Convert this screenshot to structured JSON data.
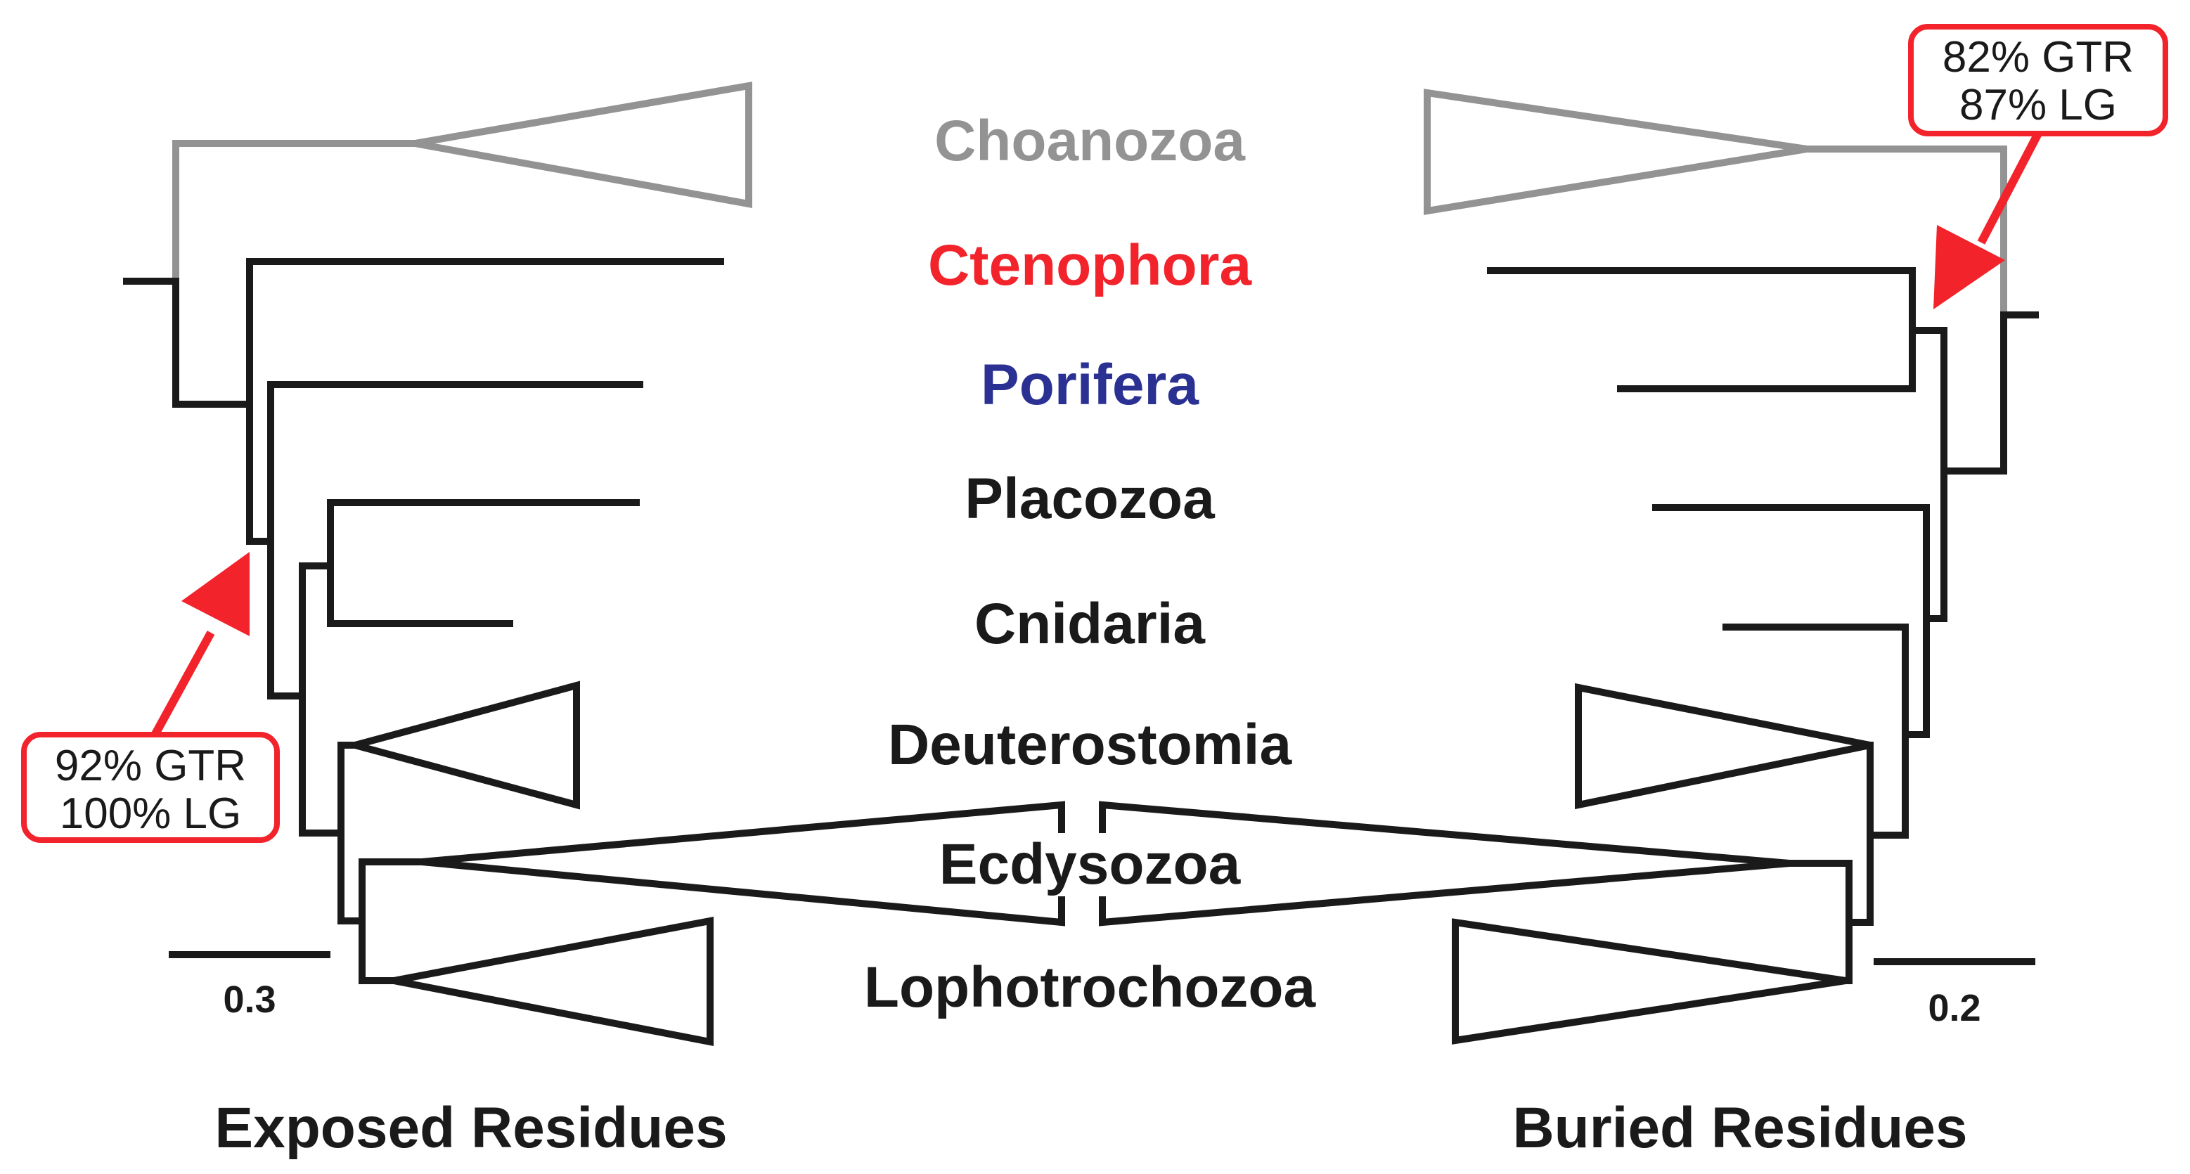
{
  "colors": {
    "choanozoa": "#939393",
    "ctenophora": "#f2232b",
    "porifera": "#2b3192",
    "default": "#1a1a1a",
    "callout": "#f2232b"
  },
  "taxa": [
    {
      "id": "choanozoa",
      "label": "Choanozoa",
      "color": "#939393"
    },
    {
      "id": "ctenophora",
      "label": "Ctenophora",
      "color": "#f2232b"
    },
    {
      "id": "porifera",
      "label": "Porifera",
      "color": "#2b3192"
    },
    {
      "id": "placozoa",
      "label": "Placozoa",
      "color": "#1a1a1a"
    },
    {
      "id": "cnidaria",
      "label": "Cnidaria",
      "color": "#1a1a1a"
    },
    {
      "id": "deuterostomia",
      "label": "Deuterostomia",
      "color": "#1a1a1a"
    },
    {
      "id": "ecdysozoa",
      "label": "Ecdysozoa",
      "color": "#1a1a1a"
    },
    {
      "id": "lophotrochozoa",
      "label": "Lophotrochozoa",
      "color": "#1a1a1a"
    }
  ],
  "trees": {
    "exposed": {
      "title": "Exposed Residues",
      "scale_label": "0.3",
      "support": {
        "line1": "92% GTR",
        "line2": "100% LG"
      }
    },
    "buried": {
      "title": "Buried Residues",
      "scale_label": "0.2",
      "support": {
        "line1": "82% GTR",
        "line2": "87% LG"
      }
    }
  }
}
